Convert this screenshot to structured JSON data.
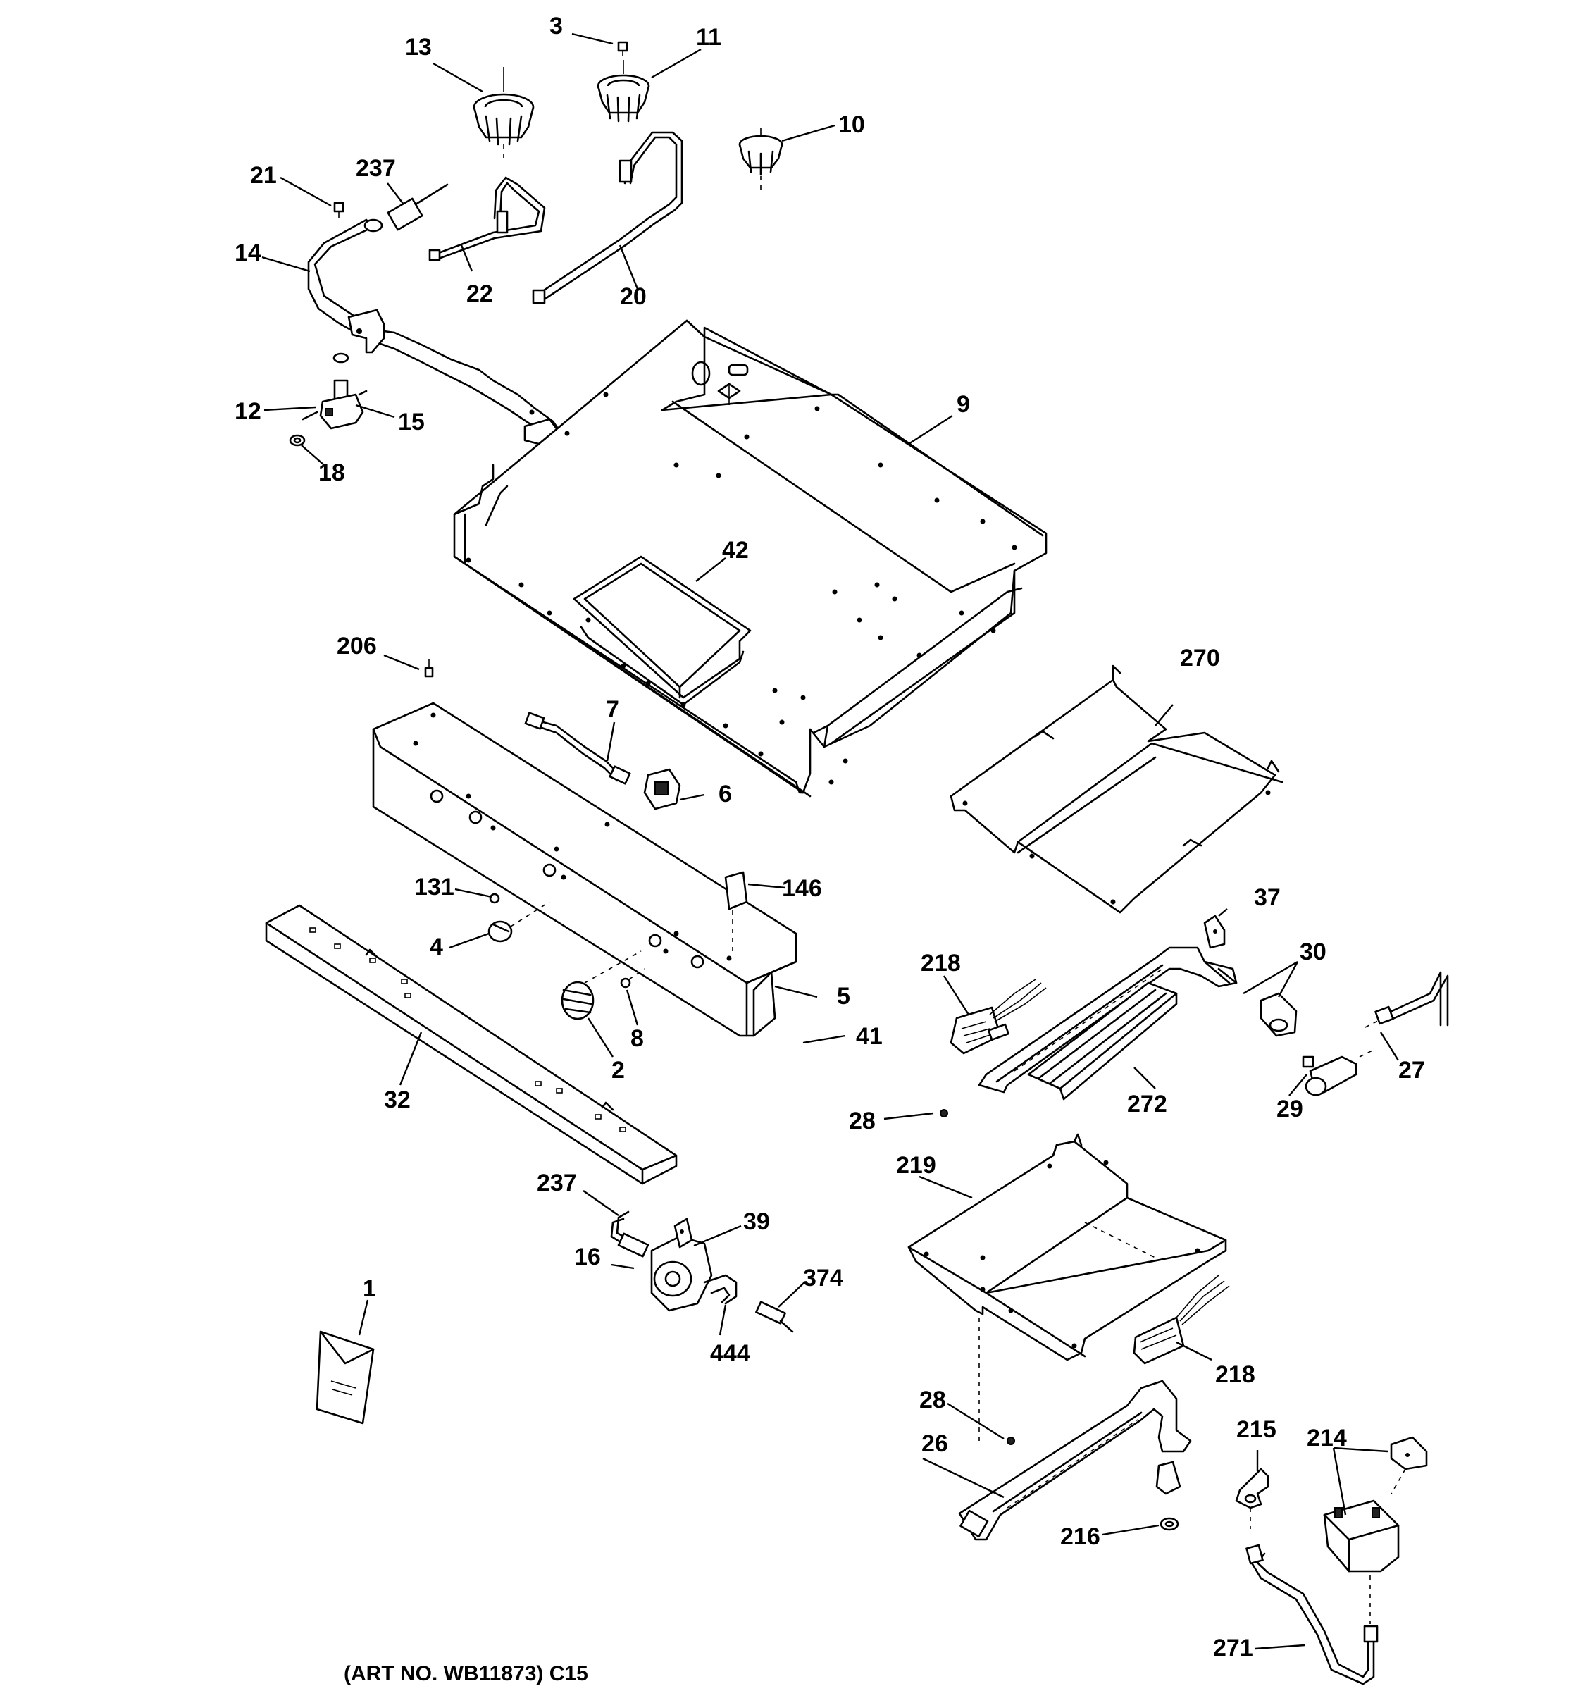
{
  "footer": "(ART NO. WB11873) C15",
  "callouts": {
    "c1": "1",
    "c2": "2",
    "c3": "3",
    "c4": "4",
    "c5": "5",
    "c6": "6",
    "c7": "7",
    "c8": "8",
    "c9": "9",
    "c10": "10",
    "c11": "11",
    "c12": "12",
    "c13": "13",
    "c14": "14",
    "c15": "15",
    "c16": "16",
    "c18": "18",
    "c20": "20",
    "c21": "21",
    "c22": "22",
    "c26": "26",
    "c27": "27",
    "c28a": "28",
    "c28b": "28",
    "c29": "29",
    "c30": "30",
    "c32": "32",
    "c37": "37",
    "c39": "39",
    "c41": "41",
    "c42": "42",
    "c131": "131",
    "c146": "146",
    "c206": "206",
    "c214": "214",
    "c215": "215",
    "c216": "216",
    "c218a": "218",
    "c218b": "218",
    "c219": "219",
    "c237a": "237",
    "c237b": "237",
    "c270": "270",
    "c271": "271",
    "c272": "272",
    "c374": "374",
    "c444": "444"
  }
}
